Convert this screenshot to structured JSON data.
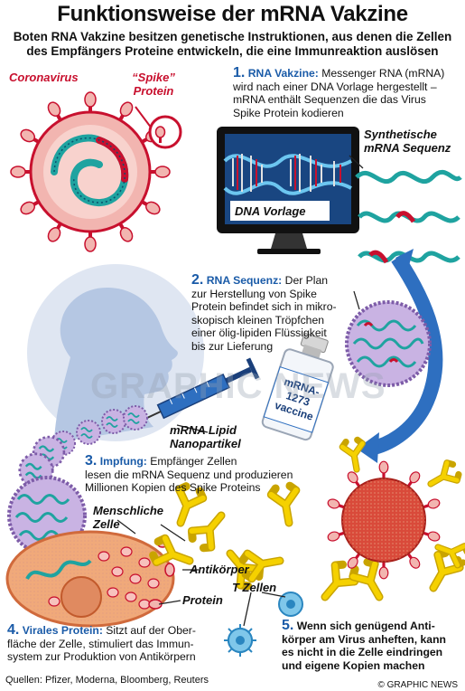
{
  "title": "Funktionsweise der mRNA Vakzine",
  "subtitle": [
    "Boten RNA Vakzine besitzen genetische Instruktionen, aus denen die Zellen",
    "des Empfängers Proteine entwickeln, die eine Immunreaktion auslösen"
  ],
  "labels": {
    "coronavirus": "Coronavirus",
    "spike_line1": "“Spike”",
    "spike_line2": "Protein",
    "synthetic_line1": "Synthetische",
    "synthetic_line2": "mRNA Sequenz",
    "dna_template": "DNA Vorlage",
    "lipid_line1": "mRNA Lipid",
    "lipid_line2": "Nanopartikel",
    "human_cell_line1": "Menschliche",
    "human_cell_line2": "Zelle",
    "antibodies": "Antikörper",
    "protein": "Protein",
    "t_cells": "T Zellen",
    "vial_line1": "mRNA-",
    "vial_line2": "1273",
    "vial_line3": "vaccine"
  },
  "steps": [
    {
      "num": "1.",
      "heading": "RNA Vakzine:",
      "lines": [
        " Messenger RNA (mRNA)",
        "wird nach einer DNA Vorlage hergestellt –",
        "mRNA enthält Sequenzen die das Virus",
        "Spike Protein kodieren"
      ]
    },
    {
      "num": "2.",
      "heading": "RNA Sequenz:",
      "lines": [
        " Der Plan",
        "zur Herstellung von Spike",
        "Protein befindet sich in mikro-",
        "skopisch kleinen Tröpfchen",
        "einer ölig-lipiden Flüssigkeit",
        "bis zur Lieferung"
      ]
    },
    {
      "num": "3.",
      "heading": "Impfung:",
      "lines": [
        " Empfänger Zellen",
        "lesen die  mRNA Sequenz und produzieren",
        "Millionen Kopien des Spike Proteins"
      ]
    },
    {
      "num": "4.",
      "heading": "Virales Protein:",
      "lines": [
        " Sitzt auf der Ober-",
        "fläche der Zelle, stimuliert das Immun-",
        "system zur Produktion von Antikörpern"
      ]
    },
    {
      "num": "5.",
      "heading": "",
      "lines": [
        "Wenn sich genügend Anti-",
        "körper am Virus anheften, kann",
        "es nicht in die Zelle eindringen",
        "und eigene Kopien machen"
      ]
    }
  ],
  "watermark": "GRAPHIC NEWS",
  "sources": "Quellen: Pfizer, Moderna, Bloomberg, Reuters",
  "copyright": "© GRAPHIC NEWS",
  "colors": {
    "step_blue": "#1a5ba8",
    "virus_red": "#c8102e",
    "virus_pink": "#f2b5b0",
    "lipid_purple": "#9b7cc2",
    "rna_teal": "#1fa3a0",
    "cell_orange": "#f0a97a",
    "antibody_yellow": "#f5d100",
    "silhouette_blue": "#b5c7e3",
    "arrow_blue": "#2e6fc0"
  }
}
